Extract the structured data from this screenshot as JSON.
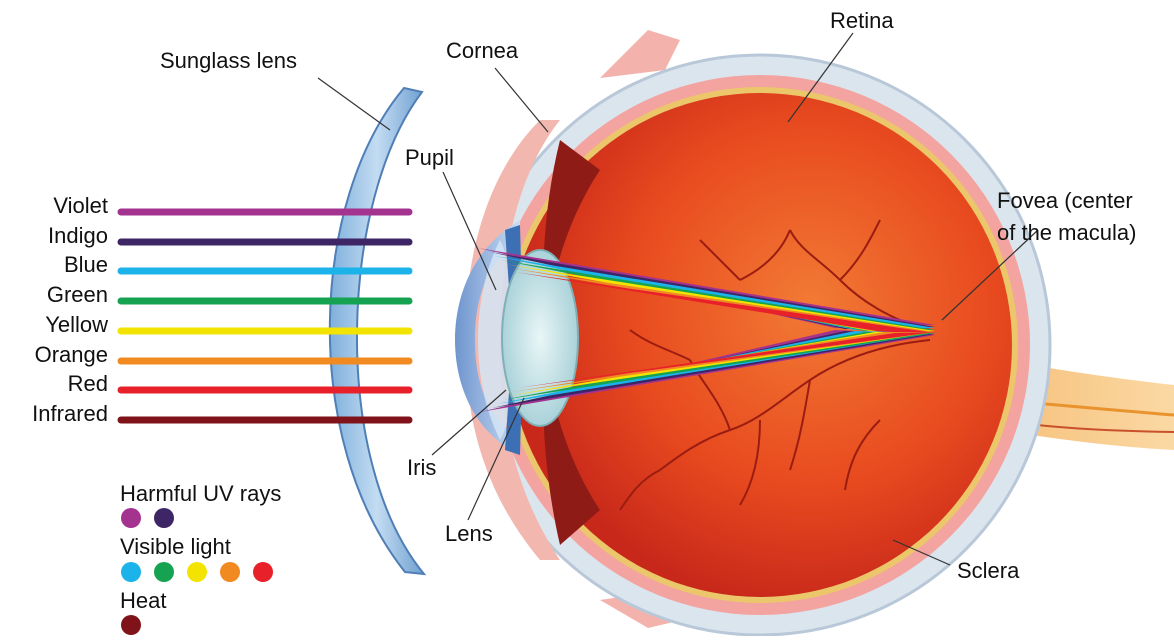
{
  "labels": {
    "sunglass_lens": "Sunglass lens",
    "cornea": "Cornea",
    "retina": "Retina",
    "pupil": "Pupil",
    "fovea_line1": "Fovea (center",
    "fovea_line2": "of the macula)",
    "iris": "Iris",
    "lens": "Lens",
    "sclera": "Sclera"
  },
  "rays": [
    {
      "label": "Violet",
      "color": "#a3338f"
    },
    {
      "label": "Indigo",
      "color": "#3d2566"
    },
    {
      "label": "Blue",
      "color": "#1cb2ea"
    },
    {
      "label": "Green",
      "color": "#16a351"
    },
    {
      "label": "Yellow",
      "color": "#f2e400"
    },
    {
      "label": "Orange",
      "color": "#f18a21"
    },
    {
      "label": "Red",
      "color": "#e8202a"
    },
    {
      "label": "Infrared",
      "color": "#7f1319"
    }
  ],
  "legend": {
    "uv_title": "Harmful UV rays",
    "uv_colors": [
      "#a3338f",
      "#3d2566"
    ],
    "visible_title": "Visible light",
    "visible_colors": [
      "#1cb2ea",
      "#16a351",
      "#f2e400",
      "#f18a21",
      "#e8202a"
    ],
    "heat_title": "Heat",
    "heat_colors": [
      "#7f1319"
    ]
  }
}
